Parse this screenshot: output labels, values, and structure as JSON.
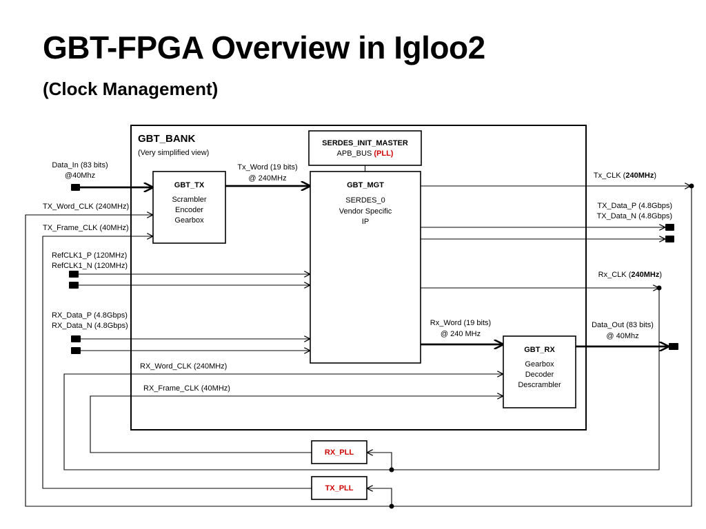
{
  "title": "GBT-FPGA Overview in Igloo2",
  "subtitle": "(Clock Management)",
  "bank": {
    "name": "GBT_BANK",
    "note": "(Very simplified view)"
  },
  "serdes_init": {
    "name": "SERDES_INIT_MASTER",
    "bus": "APB_BUS",
    "bus_tag": "(PLL)"
  },
  "gbt_tx": {
    "name": "GBT_TX",
    "lines": [
      "Scrambler",
      "Encoder",
      "Gearbox"
    ]
  },
  "gbt_mgt": {
    "name": "GBT_MGT",
    "lines": [
      "SERDES_0",
      "Vendor Specific",
      "IP"
    ]
  },
  "gbt_rx": {
    "name": "GBT_RX",
    "lines": [
      "Gearbox",
      "Decoder",
      "Descrambler"
    ]
  },
  "rx_pll": "RX_PLL",
  "tx_pll": "TX_PLL",
  "signals": {
    "data_in": [
      "Data_In (83 bits)",
      "@40Mhz"
    ],
    "tx_word_clk": "TX_Word_CLK (240MHz)",
    "tx_frame_clk": "TX_Frame_CLK (40MHz)",
    "refclk": [
      "RefCLK1_P (120MHz)",
      "RefCLK1_N (120MHz)"
    ],
    "rx_data": [
      "RX_Data_P (4.8Gbps)",
      "RX_Data_N (4.8Gbps)"
    ],
    "tx_word": [
      "Tx_Word (19 bits)",
      "@ 240MHz"
    ],
    "tx_clk": {
      "prefix": "Tx_CLK (",
      "bold": "240MHz",
      "suffix": ")"
    },
    "tx_data": [
      "TX_Data_P (4.8Gbps)",
      "TX_Data_N (4.8Gbps)"
    ],
    "rx_clk": {
      "prefix": "Rx_CLK (",
      "bold": "240MHz",
      "suffix": ")"
    },
    "rx_word": [
      "Rx_Word (19 bits)",
      "@ 240 MHz"
    ],
    "data_out": [
      "Data_Out (83 bits)",
      "@ 40Mhz"
    ],
    "rx_word_clk": "RX_Word_CLK (240MHz)",
    "rx_frame_clk": "RX_Frame_CLK (40MHz)"
  }
}
